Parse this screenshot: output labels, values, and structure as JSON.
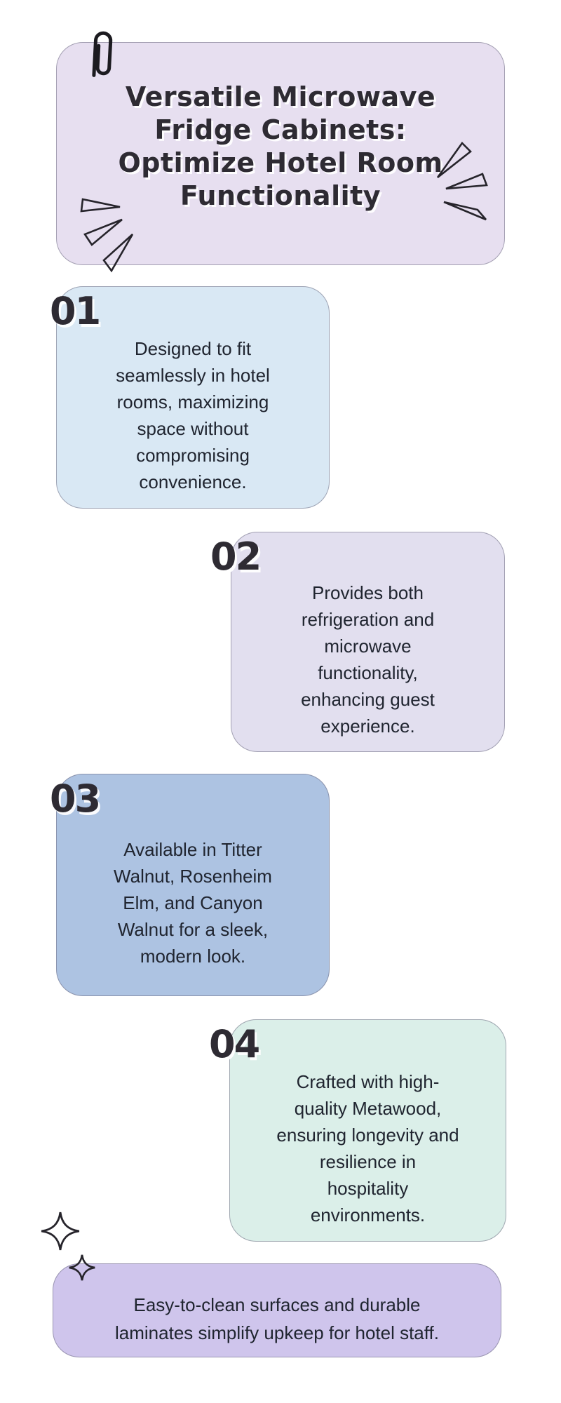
{
  "title_card": {
    "title": "Versatile Microwave\nFridge Cabinets:\nOptimize Hotel Room\nFunctionality",
    "bg_color": "#E7DFF0"
  },
  "steps": [
    {
      "number": "01",
      "bg_color": "#D9E8F4",
      "text": "Designed to fit\nseamlessly in hotel\nrooms, maximizing\nspace without\ncompromising\nconvenience."
    },
    {
      "number": "02",
      "bg_color": "#E2DFEF",
      "text": "Provides both\nrefrigeration and\nmicrowave\nfunctionality,\nenhancing guest\nexperience."
    },
    {
      "number": "03",
      "bg_color": "#ADC3E2",
      "text": "Available in Titter\nWalnut, Rosenheim\nElm, and Canyon\nWalnut for a sleek,\nmodern look."
    },
    {
      "number": "04",
      "bg_color": "#DBEFE9",
      "text": "Crafted with high-\nquality Metawood,\nensuring longevity and\nresilience in\nhospitality\nenvironments."
    }
  ],
  "footer_card": {
    "text": "Easy-to-clean surfaces and durable\nlaminates simplify upkeep for hotel staff.",
    "bg_color": "#CFC5EC"
  },
  "decorations": {
    "paperclip_icon": "paperclip",
    "burst_left_icon": "emphasis-burst-lines",
    "burst_right_icon": "emphasis-burst-lines",
    "sparkle_large_icon": "four-point-star",
    "sparkle_small_icon": "four-point-star"
  },
  "colors": {
    "page_background": "#FFFFFF",
    "heading_text": "#2E2B33",
    "body_text": "#202530",
    "card_border": "#8E8CA0",
    "decoration_stroke": "#26242B"
  }
}
